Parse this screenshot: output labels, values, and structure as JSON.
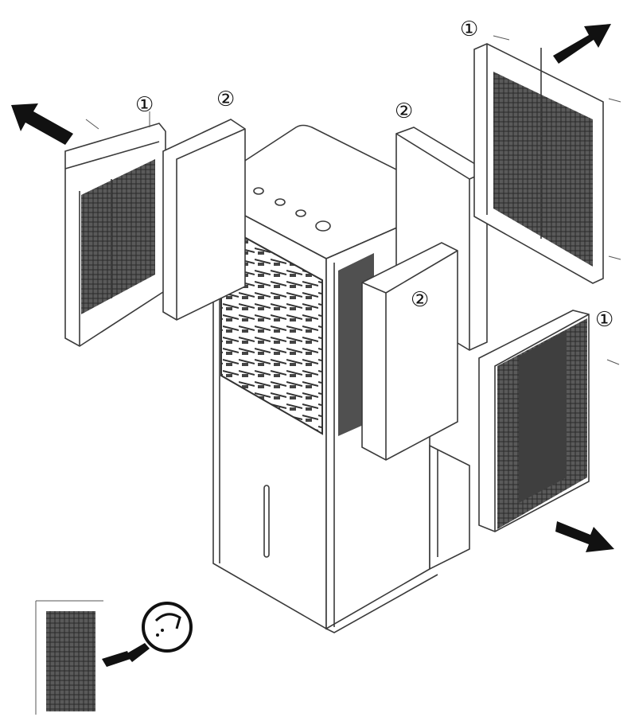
{
  "callouts": {
    "frame_top_left": "①",
    "pad_top_left": "②",
    "pad_back_right": "②",
    "frame_top_right": "①",
    "pad_front_right": "②",
    "frame_bottom_right": "①"
  },
  "colors": {
    "line": "#3a3a3a",
    "mesh_dark": "#505050",
    "background": "#ffffff"
  }
}
